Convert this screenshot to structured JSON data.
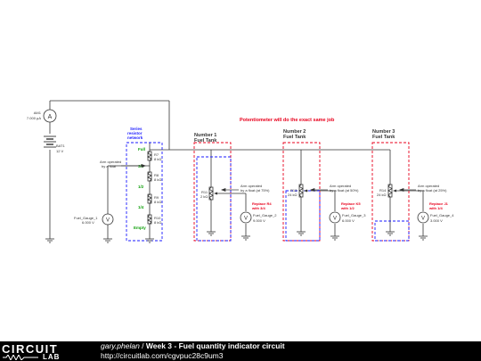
{
  "colors": {
    "wire": "#333333",
    "red": "#e8001c",
    "blue": "#1a1aff",
    "green": "#13a10e",
    "footer_bg": "#000000"
  },
  "diagram": {
    "heading": "Potentiometer will do the exact same job",
    "ammeter": {
      "name": "AM1",
      "value": "7.000 µA"
    },
    "battery": {
      "name": "BAT1",
      "value": "12 V"
    },
    "ladder": {
      "caption": [
        "Series",
        "resistor",
        "network"
      ],
      "levels": {
        "full": "Full",
        "three_quarter": "3/4",
        "half": "1/2",
        "quarter": "1/4",
        "empty": "Empty"
      },
      "resistors": [
        {
          "name": "R7",
          "value": "8 kΩ"
        },
        {
          "name": "R8",
          "value": "8 kΩ"
        },
        {
          "name": "R9",
          "value": "8 kΩ"
        },
        {
          "name": "R10",
          "value": "8 kΩ"
        }
      ]
    },
    "float_note": [
      "Arm operated",
      "by a float"
    ],
    "gauge_main": {
      "name": "Fuel_Gauge_1",
      "value": "6.000 V"
    },
    "tanks": [
      {
        "title": [
          "Number 1",
          "Fuel Tank"
        ],
        "pot": {
          "name": "R11",
          "value": "2 kΩ"
        },
        "note": [
          "Arm operated",
          "by a float (at 75%)"
        ],
        "replace": [
          "Replace R4",
          "with 3/4"
        ],
        "gauge": {
          "name": "Fuel_Gauge_2",
          "value": "9.000 V"
        }
      },
      {
        "title": [
          "Number 2",
          "Fuel Tank"
        ],
        "pot": {
          "name": "R13",
          "value": "24 kΩ"
        },
        "note": [
          "Arm operated",
          "by a float (at 50%)"
        ],
        "replace": [
          "Replace K5",
          "with 1/2"
        ],
        "gauge": {
          "name": "Fuel_Gauge_3",
          "value": "6.000 V"
        }
      },
      {
        "title": [
          "Number 3",
          "Fuel Tank"
        ],
        "pot": {
          "name": "R14",
          "value": "24 kΩ"
        },
        "note": [
          "Arm operated",
          "by a float (at 25%)"
        ],
        "replace": [
          "Replace J1",
          "with 1/4"
        ],
        "gauge": {
          "name": "Fuel_Gauge_4",
          "value": "3.000 V"
        }
      }
    ]
  },
  "footer": {
    "logo_top": "CIRCUIT",
    "logo_bottom": "LAB",
    "author": "gary.phelan",
    "separator": " / ",
    "title": "Week 3 - Fuel quantity indicator circuit",
    "url": "http://circuitlab.com/cgvpuc28c9um3"
  }
}
